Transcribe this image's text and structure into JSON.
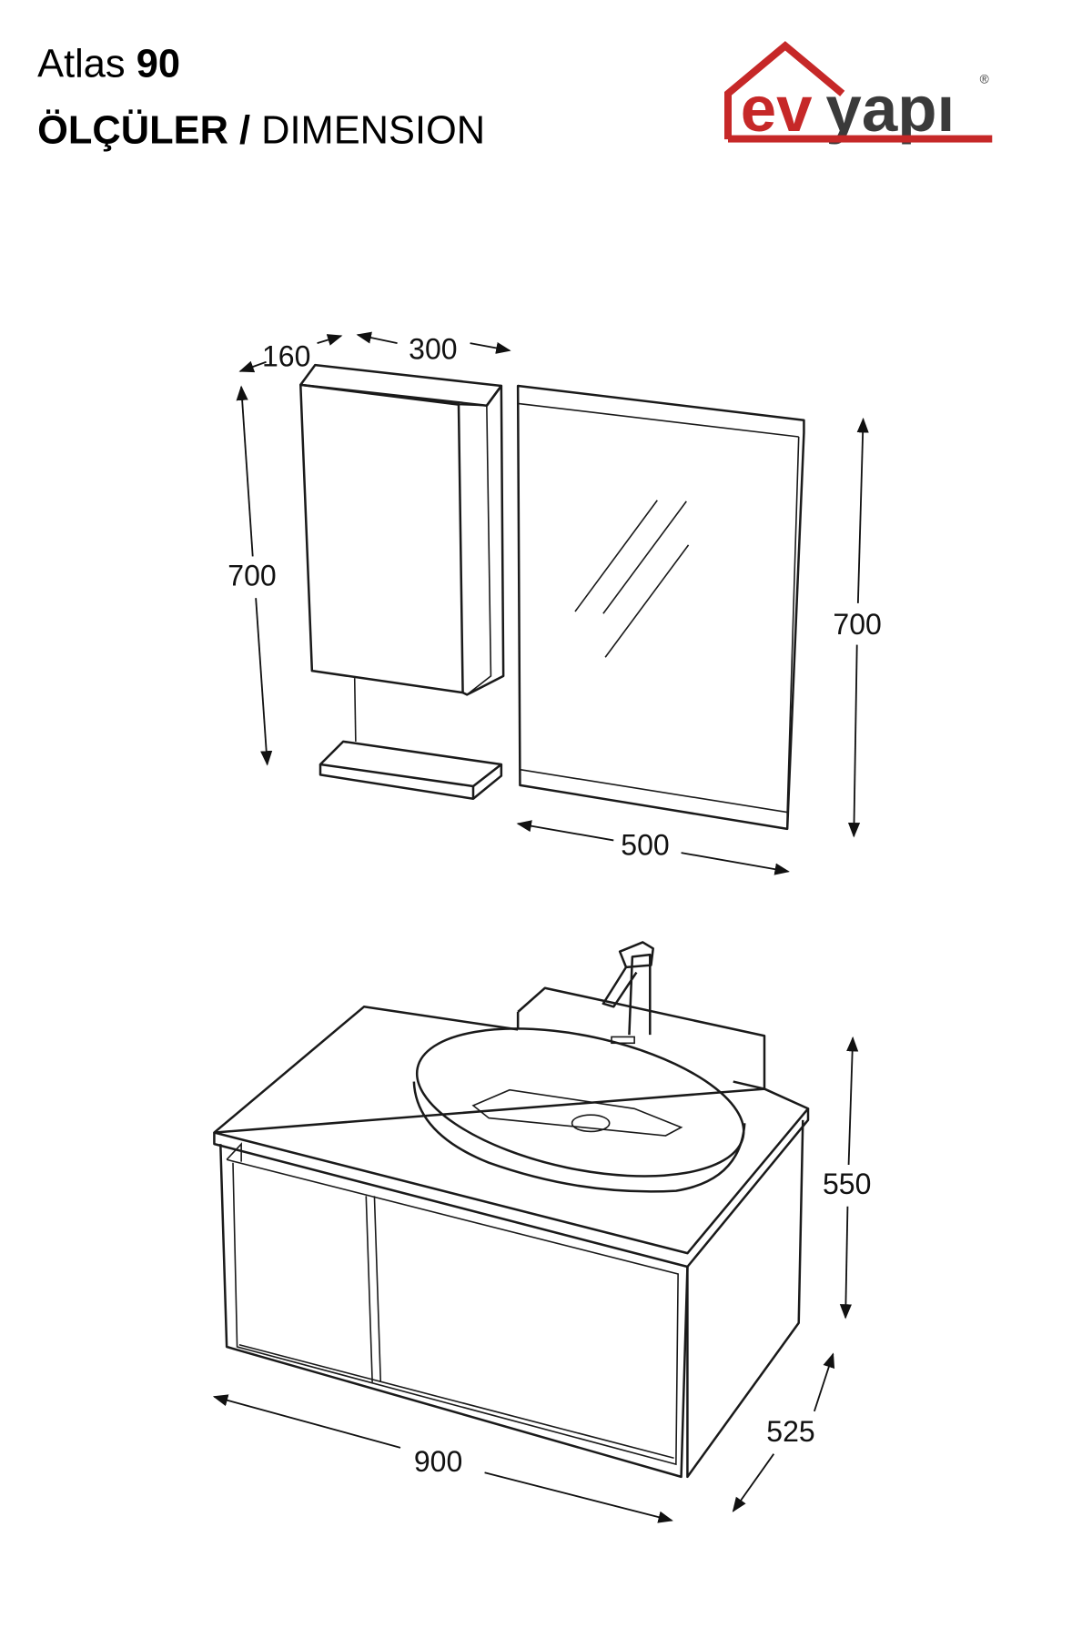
{
  "header": {
    "product_name": "Atlas",
    "product_size": "90",
    "title_tr": "ÖLÇÜLER",
    "separator": "/",
    "title_en": "DIMENSION"
  },
  "logo": {
    "text_ev": "ev",
    "text_yapi": "yapı",
    "registered": "®",
    "brand_red": "#c62828",
    "brand_gray": "#3a3a3a"
  },
  "dimensions": {
    "cabinet_depth": "160",
    "cabinet_width": "300",
    "cabinet_height": "700",
    "mirror_height": "700",
    "mirror_width": "500",
    "vanity_height": "550",
    "vanity_depth": "525",
    "vanity_width": "900"
  }
}
